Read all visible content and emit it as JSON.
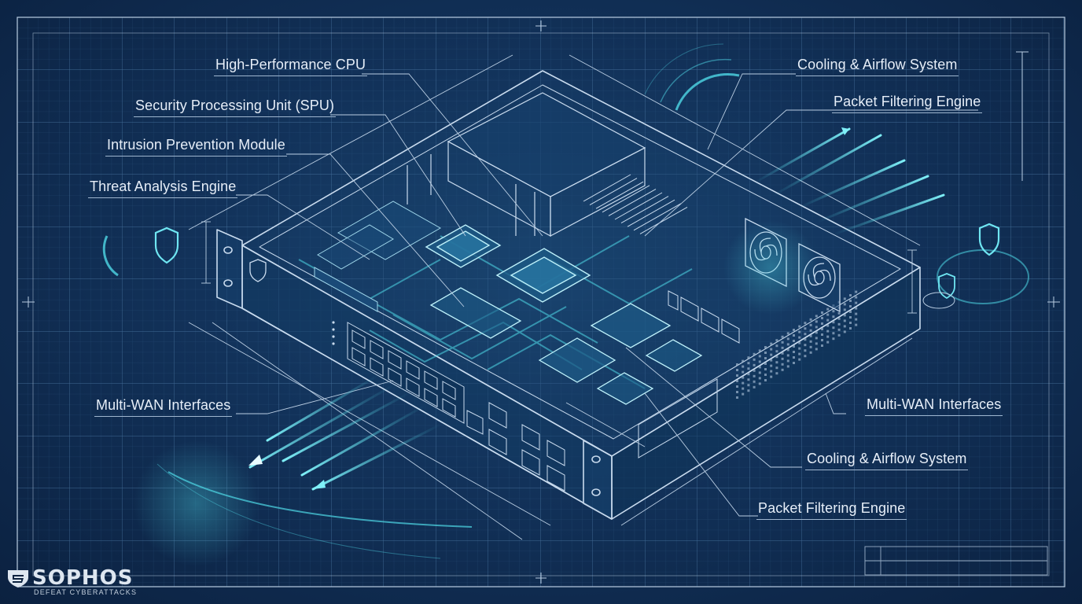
{
  "callouts": {
    "high_performance_cpu": "High-Performance CPU",
    "security_processing_unit": "Security Processing Unit (SPU)",
    "intrusion_prevention_module": "Intrusion Prevention Module",
    "threat_analysis_engine": "Threat Analysis Engine",
    "multi_wan_interfaces_left": "Multi-WAN Interfaces",
    "cooling_airflow_top": "Cooling & Airflow System",
    "packet_filtering_top": "Packet Filtering Engine",
    "multi_wan_interfaces_right": "Multi-WAN Interfaces",
    "cooling_airflow_bottom": "Cooling & Airflow System",
    "packet_filtering_bottom": "Packet Filtering Engine"
  },
  "brand": {
    "name": "SOPHOS",
    "tagline": "DEFEAT CYBERATTACKS"
  },
  "icons": {
    "shield_left": "shield-icon",
    "shield_right": "shield-icon",
    "fan": "fan-icon",
    "cpu": "chip-icon"
  },
  "colors": {
    "background": "#12325a",
    "line": "#b9cde2",
    "accent": "#4fd8e6",
    "text": "#e6eef8"
  }
}
